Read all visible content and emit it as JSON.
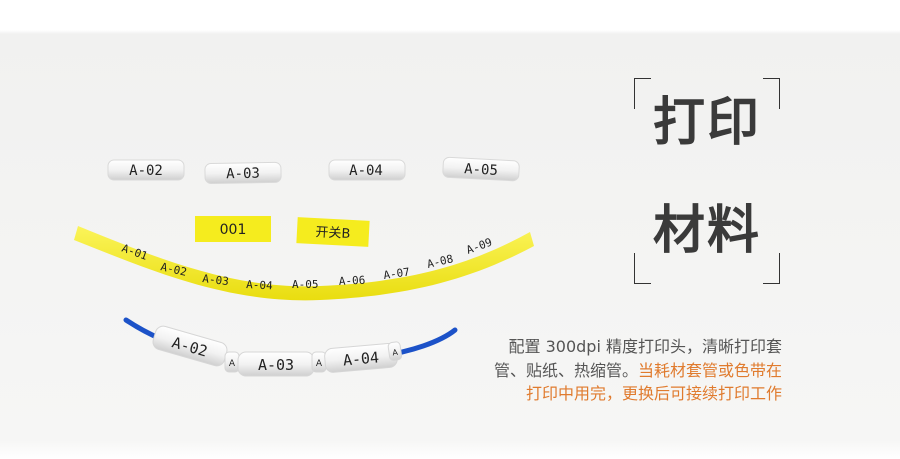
{
  "heading": {
    "line1": "打印",
    "line2": "材料"
  },
  "description": {
    "part1": "配置 300dpi 精度打印头，清晰打印套管、贴纸、热缩管。",
    "part2": "当耗材套管或色带在打印中用完，更换后可接续打印工作"
  },
  "colors": {
    "accent": "#e07b2e",
    "label_yellow": "#f5ec1e",
    "tube_white": "#f4f4f4",
    "wire_blue": "#1c52c8"
  },
  "top_tubes": [
    "A-02",
    "A-03",
    "A-04",
    "A-05"
  ],
  "yellow_labels": [
    "001",
    "开关B"
  ],
  "yellow_strip": [
    "A-01",
    "A-02",
    "A-03",
    "A-04",
    "A-05",
    "A-06",
    "A-07",
    "A-08",
    "A-09"
  ],
  "wire_tubes": [
    "A-02",
    "A-03",
    "A-04"
  ],
  "wire_small_marks": [
    "A",
    "A",
    "A"
  ]
}
